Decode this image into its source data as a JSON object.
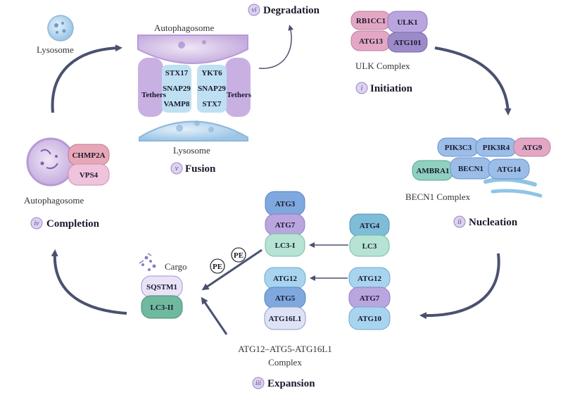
{
  "stages": {
    "initiation": {
      "num": "i",
      "label": "Initiation"
    },
    "nucleation": {
      "num": "ii",
      "label": "Nucleation"
    },
    "expansion": {
      "num": "iii",
      "label": "Expansion"
    },
    "completion": {
      "num": "iv",
      "label": "Completion"
    },
    "fusion": {
      "num": "v",
      "label": "Fusion"
    },
    "degradation": {
      "num": "vi",
      "label": "Degradation"
    }
  },
  "ulk": {
    "title": "ULK Complex",
    "rb1cc1": "RB1CC1",
    "ulk1": "ULK1",
    "atg13": "ATG13",
    "atg101": "ATG101"
  },
  "becn1": {
    "title": "BECN1 Complex",
    "pik3c3": "PIK3C3",
    "pik3r4": "PIK3R4",
    "atg9": "ATG9",
    "ambra1": "AMBRA1",
    "becn1": "BECN1",
    "atg14": "ATG14"
  },
  "lc3col": {
    "atg3": "ATG3",
    "atg7": "ATG7",
    "lc3i": "LC3-I"
  },
  "atg4col": {
    "atg4": "ATG4",
    "lc3": "LC3"
  },
  "conj": {
    "atg12": "ATG12",
    "atg5": "ATG5",
    "atg16l1": "ATG16L1"
  },
  "conj2": {
    "atg12": "ATG12",
    "atg7": "ATG7",
    "atg10": "ATG10"
  },
  "complex_label_1": "ATG12–ATG5-ATG16L1",
  "complex_label_2": "Complex",
  "pe1": "PE",
  "pe2": "PE",
  "cargo": {
    "label": "Cargo",
    "sqstm1": "SQSTM1",
    "lc3ii": "LC3-II"
  },
  "completion_box": {
    "chmp2a": "CHMP2A",
    "vps4": "VPS4",
    "autophagosome": "Autophagosome"
  },
  "lysosome_label_left": "Lysosome",
  "fusion": {
    "autophagosome": "Autophagosome",
    "lysosome": "Lysosome",
    "tethers_left": "Tethers",
    "tethers_right": "Tethers",
    "left_snares": [
      "STX17",
      "SNAP29",
      "VAMP8"
    ],
    "right_snares": [
      "YKT6",
      "SNAP29",
      "STX7"
    ]
  },
  "colors": {
    "blue": "#7fa8de",
    "purple": "#b9a6df",
    "pink": "#e3a7c4",
    "teal": "#8fd0c0",
    "lightblue": "#a8d4ef",
    "arrow": "#4a5170",
    "lavender_membrane": "#d6c6ea"
  }
}
